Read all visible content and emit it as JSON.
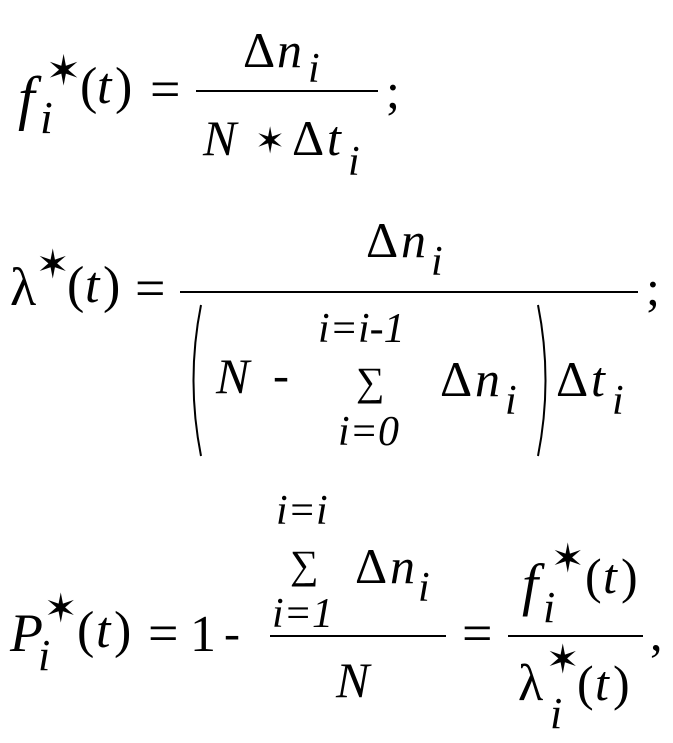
{
  "formulas": {
    "f": {
      "f": "f",
      "i": "i",
      "star": "✶",
      "lp": "(",
      "t": "t",
      "rp": ")",
      "eq": "=",
      "delta": "Δ",
      "n": "n",
      "N": "N",
      "times": "✶",
      "semi": ";"
    },
    "lambda": {
      "lam": "λ",
      "star": "✶",
      "lp": "(",
      "t": "t",
      "rp": ")",
      "eq": "=",
      "delta": "Δ",
      "n": "n",
      "i": "i",
      "N": "N",
      "minus": "-",
      "sum": "∑",
      "upper": "i=i-1",
      "lower": "i=0",
      "semi": ";"
    },
    "P": {
      "P": "P",
      "i": "i",
      "star": "✶",
      "lp": "(",
      "t": "t",
      "rp": ")",
      "eq": "=",
      "one": "1",
      "minus": "-",
      "sum": "∑",
      "upper": "i=i",
      "lower": "i=1",
      "delta": "Δ",
      "n": "n",
      "N": "N",
      "f": "f",
      "lam": "λ",
      "comma": ","
    }
  }
}
